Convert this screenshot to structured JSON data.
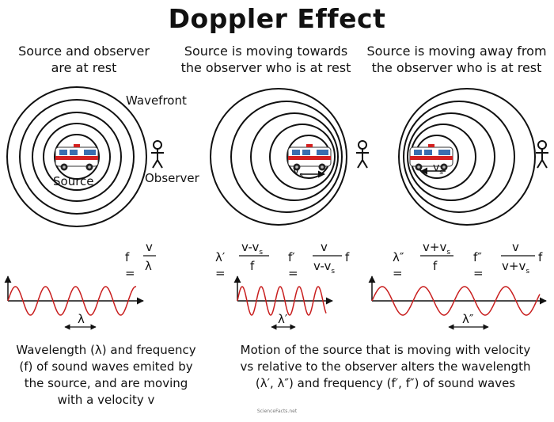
{
  "title": "Doppler Effect",
  "panels": [
    {
      "heading_line1": "Source and observer",
      "heading_line2": "are at rest"
    },
    {
      "heading_line1": "Source is moving towards",
      "heading_line2": "the observer who is at rest"
    },
    {
      "heading_line1": "Source is moving away from",
      "heading_line2": "the observer who is at rest"
    }
  ],
  "labels": {
    "wavefront": "Wavefront",
    "source": "Source",
    "observer": "Observer",
    "velocity_source": "vs"
  },
  "formulas": {
    "f": "f = v / λ",
    "lambda_prime": "λ′ = (v-vs) / f",
    "f_prime": "f′ = v / (v-vs) f",
    "lambda_double": "λ″ = (v+vs) / f",
    "f_double": "f″ = v / (v+vs) f"
  },
  "wave_labels": {
    "rest": "λ",
    "towards": "λ′",
    "away": "λ″"
  },
  "captions": {
    "left": [
      "Wavelength (λ) and frequency",
      "(f) of sound waves emited by",
      "the source, and are moving",
      "with a velocity v"
    ],
    "right": [
      "Motion of the source that is moving with velocity",
      "vs relative to the observer alters the wavelength",
      "(λ′, λ″) and frequency (f′, f″) of sound waves"
    ]
  },
  "credit": "ScienceFacts.net",
  "colors": {
    "wave": "#c81e1e",
    "van_body": "#ffffff",
    "van_stripe": "#d32020",
    "van_window": "#3a6fb0",
    "ink": "#111111"
  }
}
